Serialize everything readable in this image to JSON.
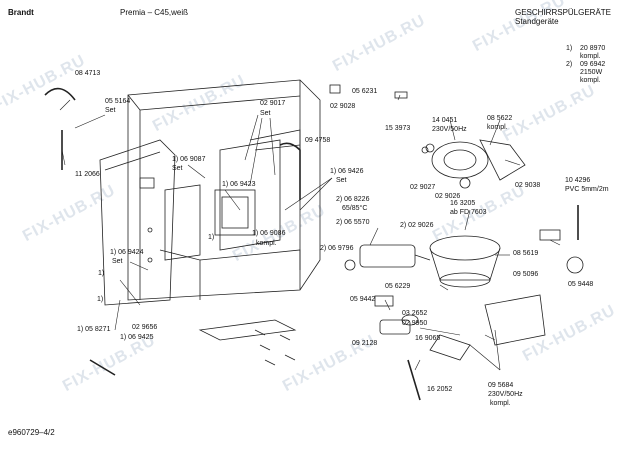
{
  "header": {
    "brand": "Brandt",
    "model": "Premia – C45,weiß",
    "category": "GESCHIRRSPÜLGERÄTE",
    "subcategory": "Standgeräte"
  },
  "legend": [
    {
      "key": "1)",
      "text": "20 8970",
      "sub": "kompl."
    },
    {
      "key": "2)",
      "text": "09 6942",
      "sub": "2150W",
      "sub2": "kompl."
    }
  ],
  "footer": {
    "doc_id": "e960729–4/2"
  },
  "watermark": "FIX-HUB.RU",
  "labels": {
    "p084713": "08 4713",
    "p055164": "05 5164",
    "set1": "Set",
    "p112066": "11 2066",
    "p069087": "1) 06 9087",
    "set2": "Set",
    "p069423": "1) 06 9423",
    "p029017": "02 9017",
    "p094758": "09 4758",
    "p069426": "1) 06 9426",
    "set3": "Set",
    "p069086": "1) 06 9086",
    "kompl1": "kompl.",
    "p069424": "1) 06 9424",
    "set4": "Set",
    "one_a": "1)",
    "one_b": "1)",
    "one_c": "1)",
    "p058271": "1) 05 8271",
    "p029656": "02 9656",
    "p069425": "1) 06 9425",
    "p056231": "05 6231",
    "p029028": "02 9028",
    "p153973": "15 3973",
    "p140451": "14 0451",
    "v230_1": "230V/50Hz",
    "p085622": "08 5622",
    "kompl2": "kompl.",
    "p029027": "02 9027",
    "p029026a": "02 9026",
    "p029038": "02 9038",
    "p068226": "2) 06 8226",
    "c6585": "65/85°C",
    "p065570": "2) 06 5570",
    "p029026b": "2) 02 9026",
    "p163205": "16 3205",
    "abfd": "ab FD 7603",
    "p069796": "2) 06 9796",
    "p085619": "08 5619",
    "p104296": "10 4296",
    "pvc": "PVC 5mm/2m",
    "p095096": "09 5096",
    "p095448": "05 9448",
    "p056229": "05 6229",
    "p059442": "05 9442",
    "p032652": "03 2652",
    "p029950": "02 9950",
    "p092128": "09 2128",
    "p169065": "16 9065",
    "p162052": "16 2052",
    "p095684": "09 5684",
    "v230_2": "230V/50Hz",
    "kompl3": "kompl."
  }
}
